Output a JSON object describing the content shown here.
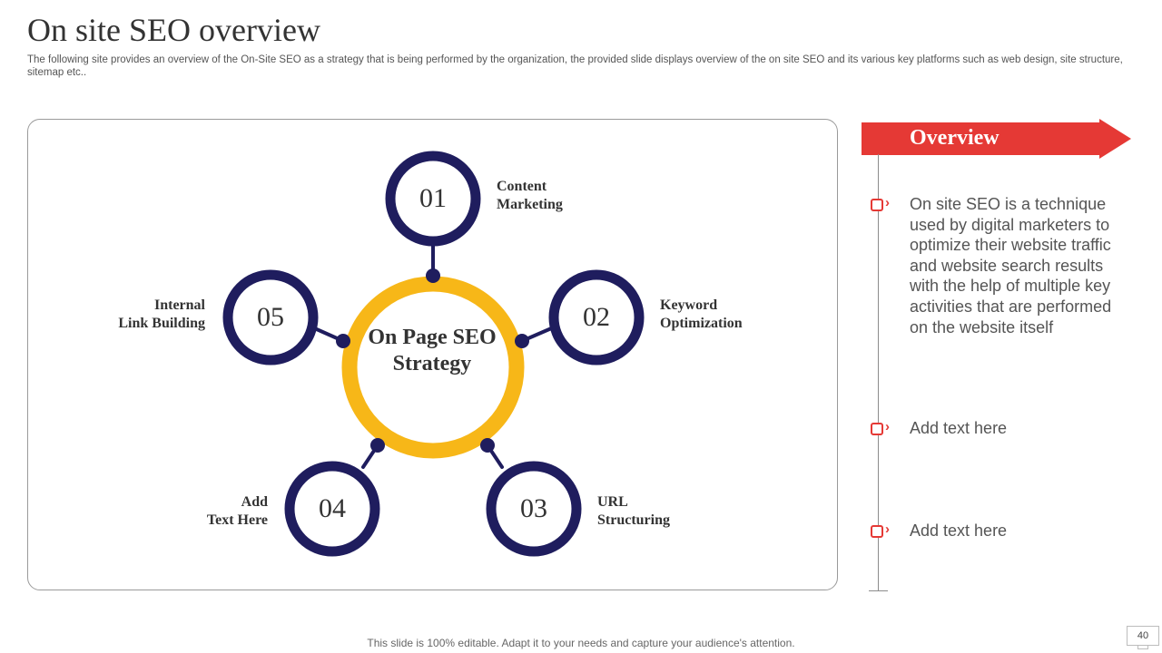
{
  "slide": {
    "title": "On site SEO overview",
    "subtitle": "The following site provides an overview of the On-Site SEO as a strategy that is being performed by the organization, the provided slide displays overview of the on site SEO and its various key platforms such as web design, site structure, sitemap etc..",
    "footer": "This slide is 100% editable. Adapt it to your needs and capture your audience's attention.",
    "page_number": "40"
  },
  "diagram": {
    "center_label": "On Page SEO Strategy",
    "nodes": [
      {
        "number": "01",
        "label_line1": "Content",
        "label_line2": "Marketing"
      },
      {
        "number": "02",
        "label_line1": "Keyword",
        "label_line2": "Optimization"
      },
      {
        "number": "03",
        "label_line1": "URL",
        "label_line2": "Structuring"
      },
      {
        "number": "04",
        "label_line1": "Add",
        "label_line2": "Text Here"
      },
      {
        "number": "05",
        "label_line1": "Internal",
        "label_line2": "Link Building"
      }
    ]
  },
  "overview": {
    "heading": "Overview",
    "bullets": [
      "On site SEO is a technique used by digital marketers to optimize their website traffic and website search results with the help of multiple key activities that are performed on the website itself",
      "Add text here",
      "Add text here"
    ]
  },
  "colors": {
    "navy": "#1f1d5e",
    "gold": "#f7b718",
    "accent_red": "#e53935"
  },
  "icons": {
    "bullet": "box-chevron-icon",
    "banner": "arrow-banner-icon"
  }
}
